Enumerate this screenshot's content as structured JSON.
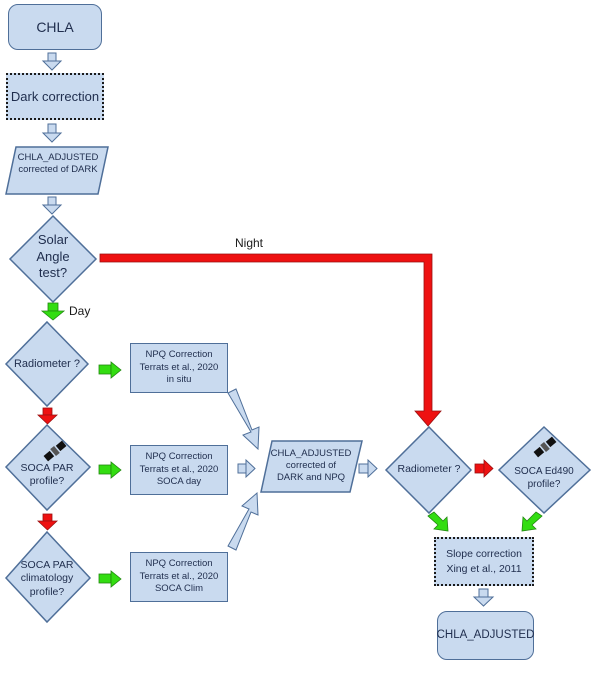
{
  "nodes": {
    "chla": "CHLA",
    "dark_correction": "Dark correction",
    "chla_adjusted_dark": "CHLA_ADJUSTED\ncorrected of  DARK",
    "solar_angle": "Solar\nAngle\ntest?",
    "radiometer_1": "Radiometer ?",
    "soca_par_profile": "SOCA PAR\nprofile?",
    "soca_par_clim": "SOCA PAR\nclimatology\nprofile?",
    "npq_insitu": "NPQ Correction\nTerrats et al., 2020\nin situ",
    "npq_soca_day": "NPQ Correction\nTerrats et al., 2020\nSOCA day",
    "npq_soca_clim": "NPQ Correction\nTerrats et al., 2020\nSOCA Clim",
    "chla_adjusted_dark_npq": "CHLA_ADJUSTED\ncorrected of\nDARK and NPQ",
    "radiometer_2": "Radiometer ?",
    "soca_ed490": "SOCA Ed490\nprofile?",
    "slope_correction": "Slope  correction\nXing et al., 2011",
    "chla_adjusted_final": "CHLA_ADJUSTED"
  },
  "edge_labels": {
    "night": "Night",
    "day": "Day"
  },
  "colors": {
    "node_fill": "#c9daef",
    "node_border": "#4f6f99",
    "arrow_yes": "#33dd11",
    "arrow_no": "#ee1111",
    "arrow_neutral": "#c9daef"
  }
}
